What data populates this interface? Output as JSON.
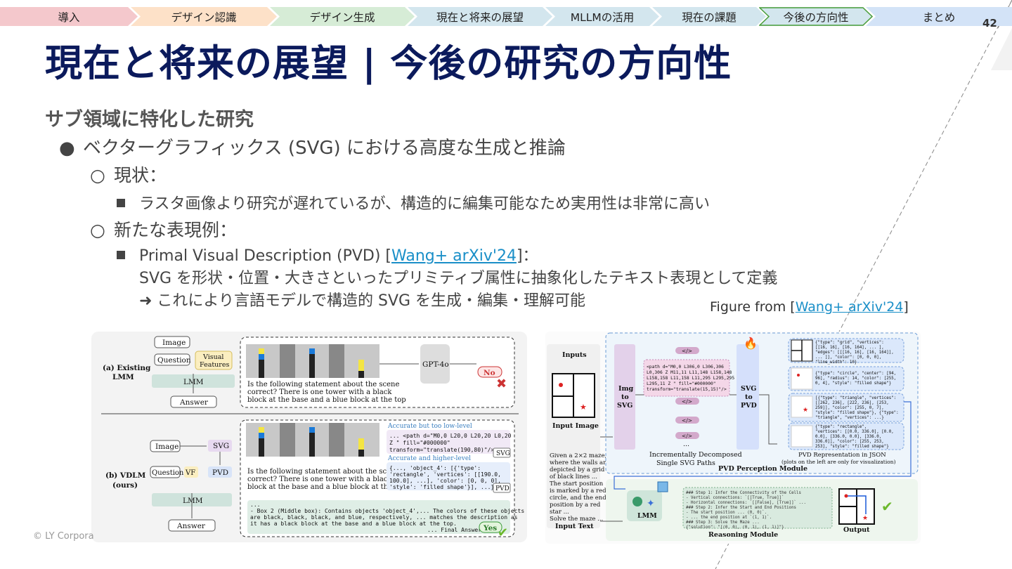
{
  "nav": {
    "items": [
      {
        "label": "導入",
        "color": "#f4c8cc"
      },
      {
        "label": "デザイン認識",
        "color": "#fde1c8"
      },
      {
        "label": "デザイン生成",
        "color": "#d6ecd6"
      },
      {
        "label": "現在と将来の展望",
        "color": "#d3e6ee"
      },
      {
        "label": "MLLMの活用",
        "color": "#d3e6ee"
      },
      {
        "label": "現在の課題",
        "color": "#d3e6ee"
      },
      {
        "label": "今後の方向性",
        "color": "#d3e6ee",
        "active": true
      },
      {
        "label": "まとめ",
        "color": "#d3e3f7"
      }
    ],
    "active_outline_color": "#4a9e3a"
  },
  "page_number": "42",
  "title": "現在と将来の展望 | 今後の研究の方向性",
  "section_heading": "サブ領域に特化した研究",
  "bullets": {
    "l1": "ベクターグラフィックス (SVG) における高度な生成と推論",
    "l2a": "現状：",
    "l3a": "ラスタ画像より研究が遅れているが、構造的に編集可能なため実用性は非常に高い",
    "l2b": "新たな表現例：",
    "l3b_prefix": "Primal Visual Description (PVD) [",
    "l3b_link": "Wang+ arXiv'24",
    "l3b_suffix": "]：",
    "l3b_line2": "SVG を形状・位置・大きさといったプリミティブ属性に抽象化したテキスト表現として定義",
    "l3b_line3": "➜ これにより言語モデルで構造的 SVG を生成・編集・理解可能"
  },
  "figure_caption": {
    "prefix": "Figure from [",
    "link": "Wang+ arXiv'24",
    "suffix": "]"
  },
  "footer": "© LY Corpora",
  "fig_left": {
    "a_label": [
      "(a) Existing",
      "LMM"
    ],
    "b_label": [
      "(b) VDLM",
      "(ours)"
    ],
    "image": "Image",
    "question": "Question",
    "visual_features": [
      "Visual",
      "Features"
    ],
    "lmm": "LMM",
    "answer": "Answer",
    "svg": "SVG",
    "vf": "VF",
    "pvd": "PVD",
    "gpt": "GPT-4o",
    "no": "No",
    "yes": "Yes",
    "question_text": [
      "Is the following statement about the scene",
      "correct? There is one tower with a black",
      "block at the base and a blue block at the top"
    ],
    "accurate_low": "Accurate but too low-level",
    "accurate_high": "Accurate and higher-level",
    "svg_code": [
      "... <path d=\"M0,0 L20,0 L20,20 L0,20",
      "Z \" fill=\"#000000\"",
      "transform=\"translate(190,80)\"/> ..."
    ],
    "pvd_code": [
      "{..., 'object_4': [{'type':",
      "'rectangle', 'vertices': [[190.0,",
      "100.0], ...], 'color': [0, 0, 0],",
      "'style': 'filled shape'}], ...}"
    ],
    "reasoning": [
      "...",
      "- Box 2 (Middle box): Contains objects 'object_4',... The colors of these objects",
      "are black, black, black, and blue, respectively, ... matches the description as",
      "it has a black block at the base and a blue block at the top.",
      "... Final Answer"
    ]
  },
  "fig_right": {
    "inputs": "Inputs",
    "input_image": "Input Image",
    "input_text_body": [
      "Given a 2×2 maze,",
      "where the walls are",
      "depicted by a grid",
      "of black lines ...",
      "The start position",
      "is marked by a red",
      "circle, and the end",
      "position by a red",
      "star ...",
      "Solve the maze ..."
    ],
    "input_text": "Input Text",
    "img_to_svg": [
      "Img",
      "to",
      "SVG"
    ],
    "svg_to_pvd": [
      "SVG",
      "to",
      "PVD"
    ],
    "svg_tag": "</>",
    "path_code": [
      "<path d=\"M0,0 L306,0 L306,306",
      "L0,306 Z M11,11 L11,148 L158,148",
      "L158,158 L11,158 L11,295 L295,295",
      "L295,11 Z \" fill=\"#000000\"",
      "transform=\"translate(15,15)\"/>"
    ],
    "decomposed": [
      "Incrementally Decomposed",
      "Single SVG Paths"
    ],
    "pvd_json_label": [
      "PVD Representation in JSON",
      "(plots on the left are only for visualization)"
    ],
    "perception_module": "PVD Perception Module",
    "json": [
      [
        "{\"type\": \"grid\", \"vertices\":",
        "[[16, 16], [16, 164], ... ],",
        "\"edges\": [[[16, 16], [16, 164]],",
        "... ]], \"color\": [0, 0, 0],",
        "\"line_width\": 10}"
      ],
      [
        "{\"type\": \"circle\", \"center\": [94,",
        "96], \"radius\": 14, \"color\": [255,",
        "0, 4], \"style\": \"filled shape\"}"
      ],
      [
        "[{\"type\": \"triangle\", \"vertices\":",
        "[[262, 236], [222, 236], [253,",
        "259]], \"color\": [255, 0, 7],",
        "\"style\": \"filled shape\"}, {\"type\":",
        "\"triangle\", \"vertices\": ...}"
      ],
      [
        "{\"type\": \"rectangle\",",
        "\"vertices\": [[0.0, 336.0], [0.0,",
        "0.0], [336.0, 0.0], [336.0,",
        "336.0]], \"color\": [255, 253,",
        "253], \"style\": \"filled shape\"}"
      ]
    ],
    "lmm": "LMM",
    "reason_code": [
      "### Step 1: Infer the Connectivity of the Cells",
      "- Vertical connections: `[[True, True]]`",
      "- Horizontal connections: `[[False], [True]]` ...",
      "### Step 2: Infer the Start and End Positions",
      "- The start position ... (0, 0)`.",
      "- ... the end position at `(1, 1)`.",
      "### Step 3: Solve the Maze ...",
      "{\"solution\": \"[(0, 0), (0, 1), (1, 1)]\"}"
    ],
    "reasoning_module": "Reasoning Module",
    "output": "Output",
    "ellipsis": "..."
  }
}
